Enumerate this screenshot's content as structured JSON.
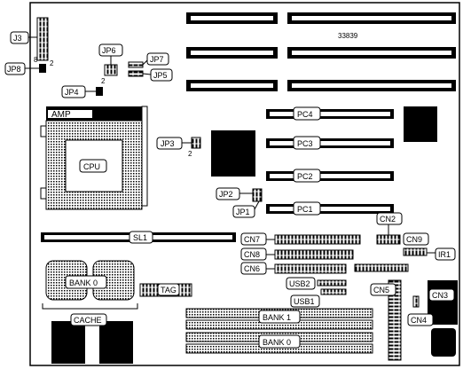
{
  "board": {
    "model_number": "33839",
    "labels": {
      "j3": "J3",
      "j8": "JP8",
      "j8_pin_8": "8",
      "j8_pin_2": "2",
      "jp6": "JP6",
      "jp6_pin_2": "2",
      "jp7": "JP7",
      "jp5": "JP5",
      "jp4": "JP4",
      "amp": "AMP",
      "cpu": "CPU",
      "jp3": "JP3",
      "jp3_pin_2": "2",
      "pc4": "PC4",
      "pc3": "PC3",
      "pc2": "PC2",
      "pc1": "PC1",
      "jp2": "JP2",
      "jp1": "JP1",
      "sl1": "SL1",
      "cn7": "CN7",
      "cn8": "CN8",
      "cn6": "CN6",
      "cn2": "CN2",
      "cn9": "CN9",
      "ir1": "IR1",
      "bank0_cache": "BANK 0",
      "cache": "CACHE",
      "tag": "TAG",
      "usb2": "USB2",
      "usb1": "USB1",
      "cn5": "CN5",
      "cn3": "CN3",
      "cn4": "CN4",
      "bank1_simm": "BANK 1",
      "bank0_simm": "BANK 0"
    }
  }
}
